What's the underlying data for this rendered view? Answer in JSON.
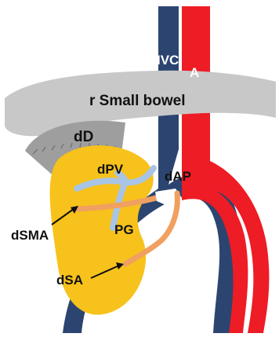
{
  "labels": {
    "ivc": "IVC",
    "aorta": "A",
    "small_bowel": "r Small bowel",
    "duodenum": "dD",
    "portal_vein": "dPV",
    "aortic_patch": "dAP",
    "sma": "dSMA",
    "pancreas_graft": "PG",
    "splenic_artery": "dSA"
  },
  "colors": {
    "ivc": "#2b4570",
    "aorta": "#ee1c25",
    "bowel": "#c8c8c8",
    "duodenum": "#9e9e9e",
    "pancreas": "#f7c21b",
    "portal_vein": "#a8c4e6",
    "arteries": "#f0a060",
    "label_white": "#ffffff",
    "label_black": "#111111"
  }
}
